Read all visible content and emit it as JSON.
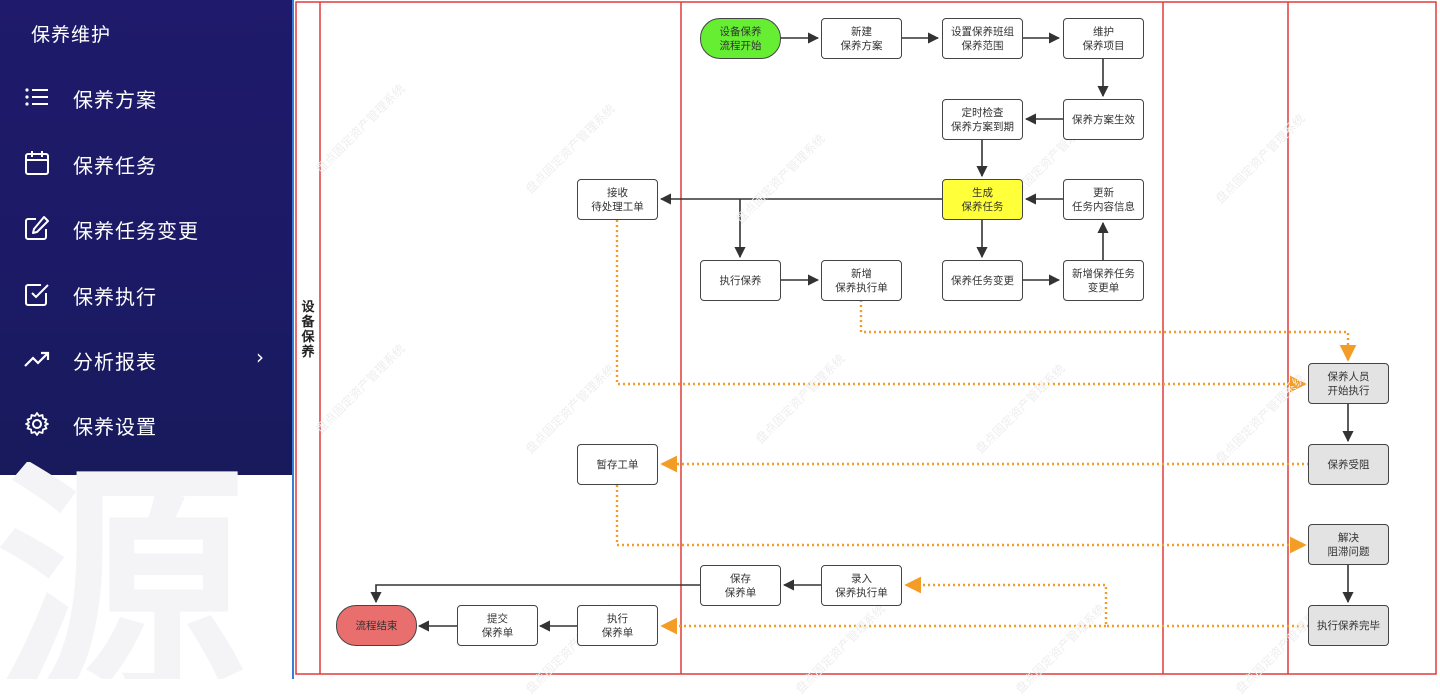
{
  "sidebar": {
    "title": "保养维护",
    "items": [
      {
        "label": "保养方案",
        "icon": "list-icon"
      },
      {
        "label": "保养任务",
        "icon": "calendar-icon"
      },
      {
        "label": "保养任务变更",
        "icon": "edit-icon"
      },
      {
        "label": "保养执行",
        "icon": "checkbox-icon"
      },
      {
        "label": "分析报表",
        "icon": "trend-chart-icon",
        "has_submenu": true,
        "chevron": "›"
      },
      {
        "label": "保养设置",
        "icon": "gear-icon"
      }
    ],
    "background_glyph": "源"
  },
  "diagram": {
    "lane_label": "设\n备\n保\n养",
    "watermark": "盘点固定资产管理系统",
    "colors": {
      "lane_border": "#e23b3b",
      "arrow": "#333333",
      "dotted_arrow": "#f39c26",
      "start": "#66ee33",
      "end": "#e96f6f",
      "highlight": "#ffff3a",
      "gray_node": "#e3e3e3"
    },
    "nodes": {
      "start": "设备保养\n流程开始",
      "new_plan": "新建\n保养方案",
      "set_team": "设置保养班组\n保养范围",
      "maintain_items": "维护\n保养项目",
      "plan_effective": "保养方案生效",
      "timed_check": "定时检查\n保养方案到期",
      "gen_task": "生成\n保养任务",
      "update_task": "更新\n任务内容信息",
      "receive_order": "接收\n待处理工单",
      "exec_maint": "执行保养",
      "new_exec_order": "新增\n保养执行单",
      "task_change": "保养任务变更",
      "new_change_order": "新增保养任务\n变更单",
      "staff_start": "保养人员\n开始执行",
      "maint_blocked": "保养受阻",
      "hold_order": "暂存工单",
      "solve_issue": "解决\n阻滞问题",
      "save_order": "保存\n保养单",
      "enter_order": "录入\n保养执行单",
      "exec_done": "执行保养完毕",
      "exec_order": "执行\n保养单",
      "submit_order": "提交\n保养单",
      "end": "流程结束"
    }
  }
}
